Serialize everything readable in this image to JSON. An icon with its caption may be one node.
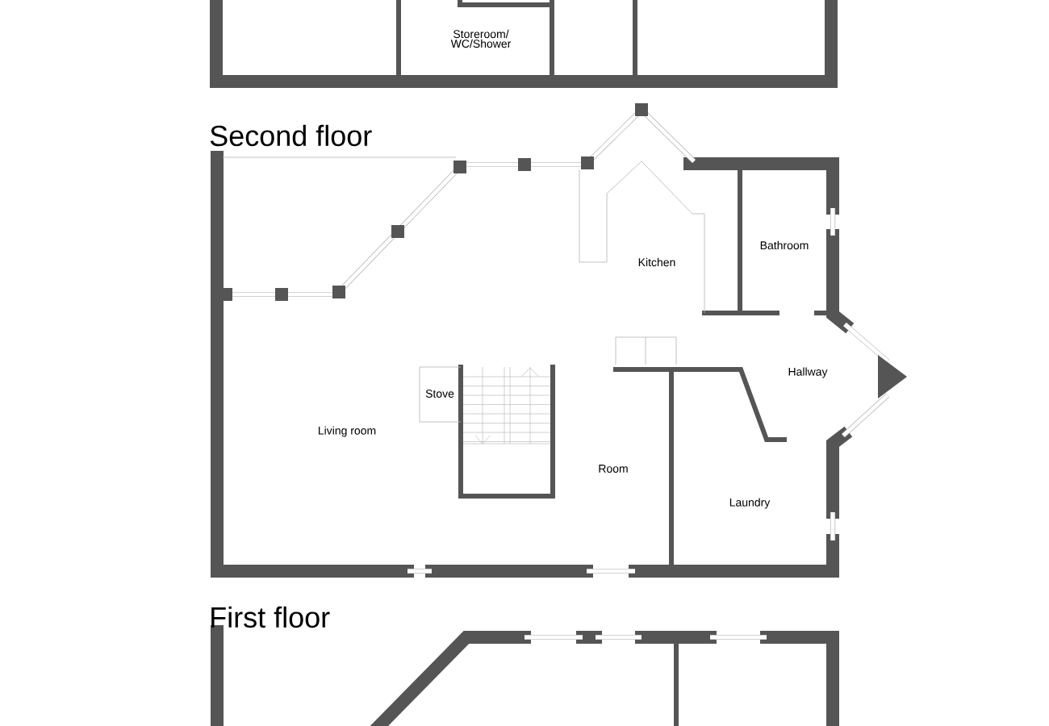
{
  "diagram": {
    "labels": [
      "Storeroom/ WC/Shower",
      "Second floor",
      "Kitchen",
      "Bathroom",
      "Hallway",
      "Stove",
      "Living room",
      "Room",
      "Laundry",
      "First floor"
    ]
  }
}
